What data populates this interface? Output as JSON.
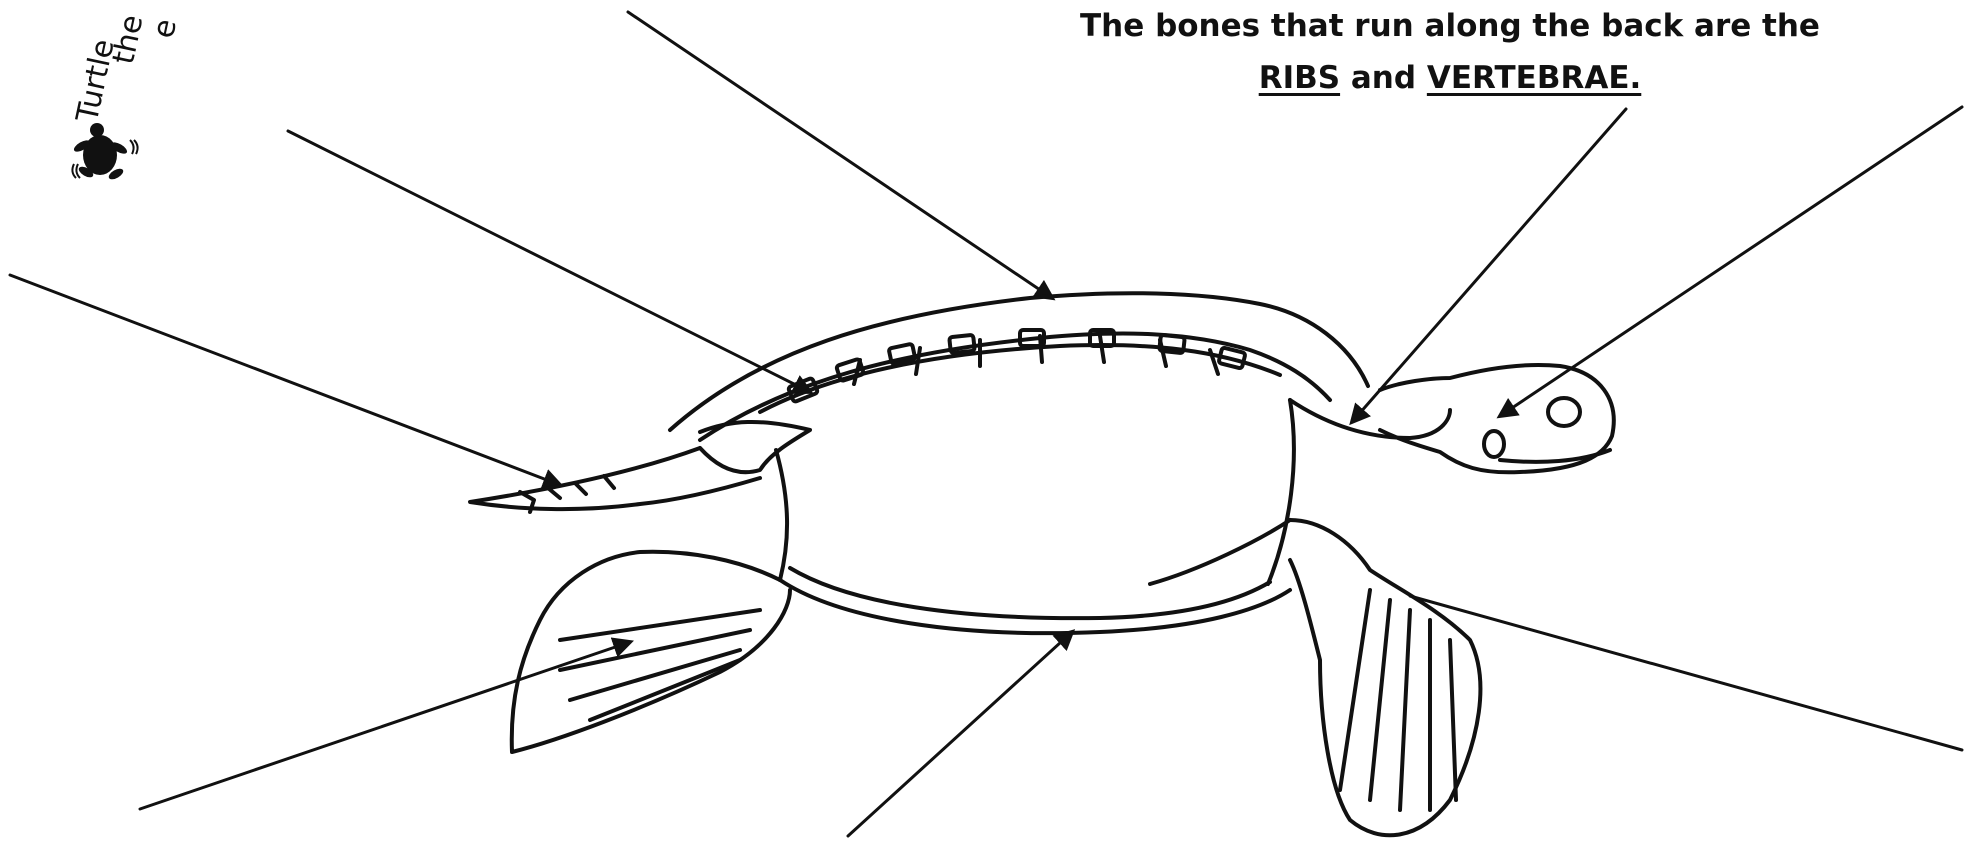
{
  "caption": {
    "line1": "The bones that run along the back are the",
    "word1": "RIBS",
    "joiner": "and",
    "word2": "VERTEBRAE."
  },
  "corner_note": {
    "word1": "Turtle",
    "word2": "the",
    "word3": "e"
  },
  "diagram": {
    "subject": "sea turtle skeleton",
    "label_lines": 8
  },
  "colors": {
    "ink": "#111111",
    "background": "#ffffff"
  },
  "icons": [
    "turtle-icon",
    "arrow-head-icon"
  ]
}
